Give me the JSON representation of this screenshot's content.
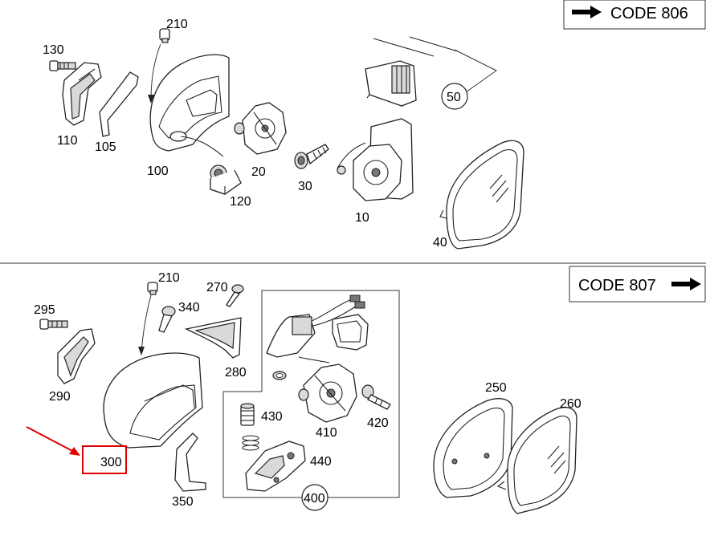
{
  "top_section": {
    "code_box": {
      "label": "CODE 806",
      "arrow": "right-arrow-icon"
    },
    "labels": {
      "p210": "210",
      "p130": "130",
      "p110": "110",
      "p105": "105",
      "p100": "100",
      "p120": "120",
      "p20": "20",
      "p30": "30",
      "p10": "10",
      "p50": "50",
      "p40": "40"
    }
  },
  "bottom_section": {
    "code_box": {
      "label": "CODE 807",
      "arrow": "right-arrow-icon"
    },
    "labels": {
      "p210": "210",
      "p270": "270",
      "p340": "340",
      "p295": "295",
      "p290": "290",
      "p280": "280",
      "p300": "300",
      "p350": "350",
      "p430": "430",
      "p410": "410",
      "p420": "420",
      "p440": "440",
      "p400": "400",
      "p250": "250",
      "p260": "260"
    },
    "highlight": {
      "part": "300",
      "color": "#e00000"
    }
  }
}
